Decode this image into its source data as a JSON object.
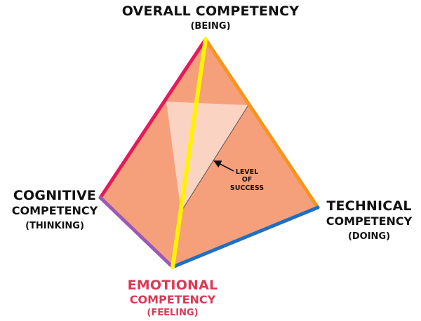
{
  "colors": {
    "pyramid_fill": "#F5A07A",
    "triangle_fill": "#FBD3C2",
    "edge_apex_left": "#E6195A",
    "edge_apex_right": "#F7941D",
    "edge_left_bottom": "#9B59B6",
    "edge_bottom_right": "#1E6FC4",
    "spine": "#FFF200",
    "emotional_text": "#D93A56"
  },
  "labels": {
    "overall": {
      "line1": "OVERALL COMPETENCY",
      "line2": "(BEING)"
    },
    "cognitive": {
      "line1": "COGNITIVE",
      "line2": "COMPETENCY",
      "line3": "(THINKING)"
    },
    "technical": {
      "line1": "TECHNICAL",
      "line2": "COMPETENCY",
      "line3": "(DOING)"
    },
    "emotional": {
      "line1": "EMOTIONAL",
      "line2": "COMPETENCY",
      "line3": "(FEELING)"
    },
    "level": {
      "line1": "LEVEL",
      "line2": "OF",
      "line3": "SUCCESS"
    }
  }
}
